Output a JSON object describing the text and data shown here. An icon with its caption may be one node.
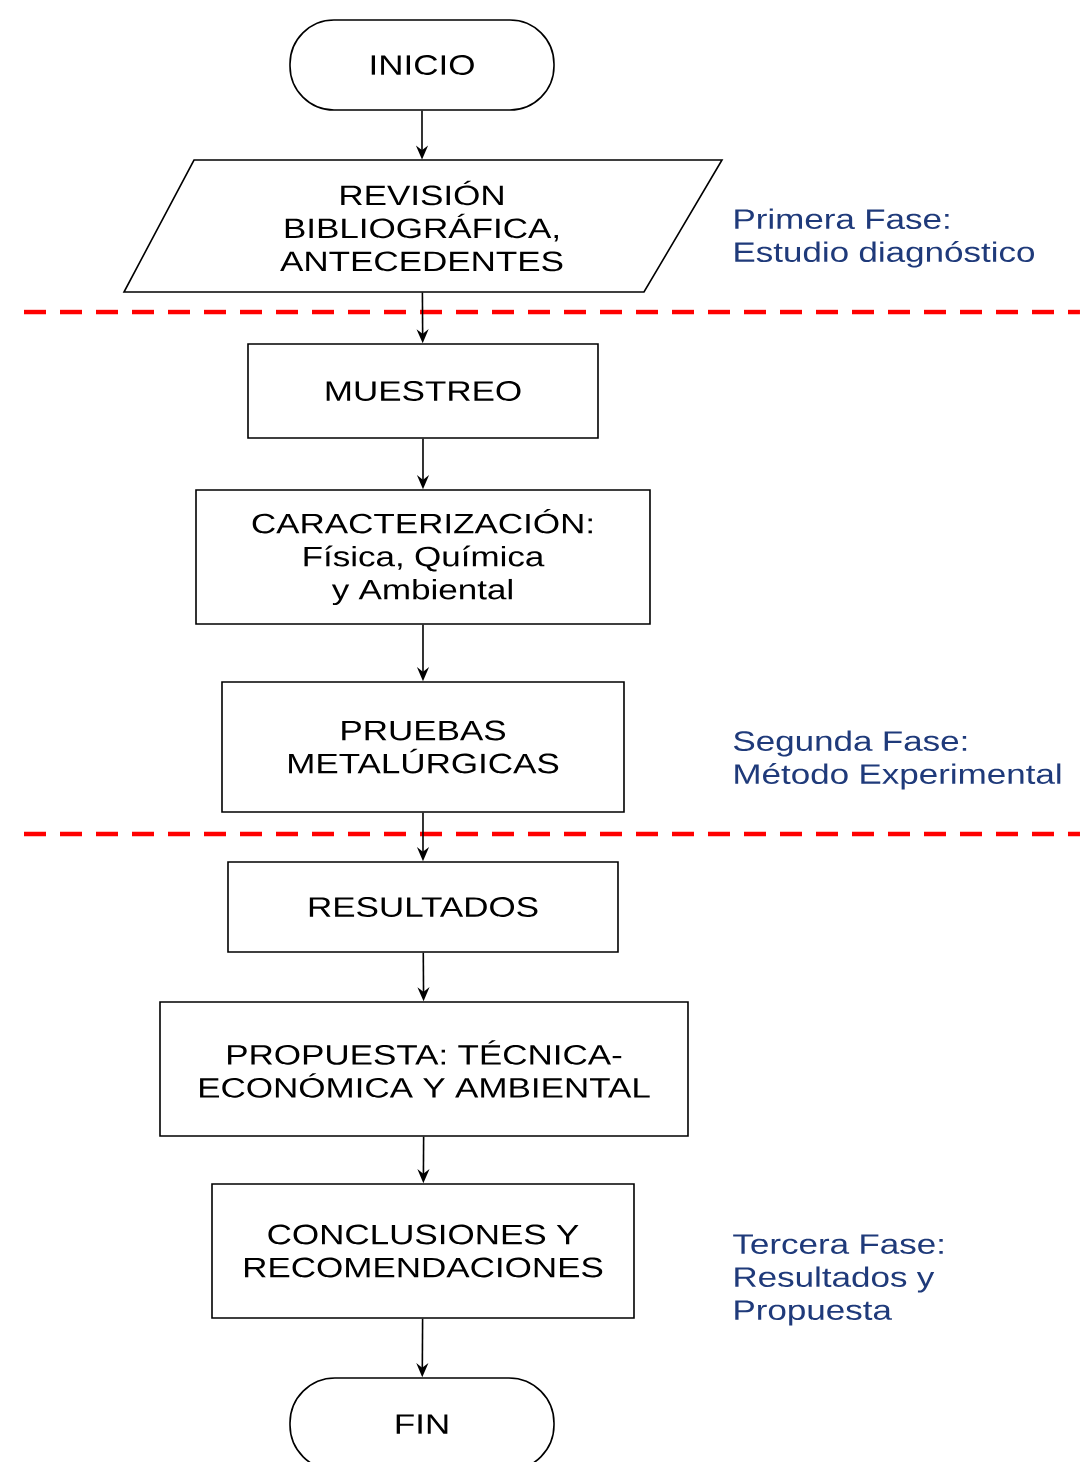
{
  "diagram": {
    "nodes": [
      {
        "text": [
          "INICIO"
        ]
      },
      {
        "text": [
          "REVISIÓN BIBLIOGRÁFICA, ANTECEDENTES"
        ]
      },
      {
        "text": [
          "MUESTREO"
        ]
      },
      {
        "text": [
          "CARACTERIZACIÓN: Física, Química y Ambiental"
        ]
      },
      {
        "text": [
          "PRUEBAS METALÚRGICAS"
        ]
      },
      {
        "text": [
          "RESULTADOS"
        ]
      },
      {
        "text": [
          "PROPUESTA: TÉCNICA-ECONÓMICA Y AMBIENTAL"
        ]
      },
      {
        "text": [
          "CONCLUSIONES Y RECOMENDACIONES"
        ]
      },
      {
        "text": [
          "FIN"
        ]
      }
    ],
    "edges": [
      {
        "from": 0,
        "to": 1,
        "arrow": "to"
      },
      {
        "from": 1,
        "to": 2,
        "arrow": "to"
      },
      {
        "from": 2,
        "to": 3,
        "arrow": "to"
      },
      {
        "from": 3,
        "to": 4,
        "arrow": "to"
      },
      {
        "from": 4,
        "to": 5,
        "arrow": "to"
      },
      {
        "from": 5,
        "to": 6,
        "arrow": "to"
      },
      {
        "from": 6,
        "to": 7,
        "arrow": "to"
      },
      {
        "from": 7,
        "to": 8,
        "arrow": "to"
      }
    ],
    "labels": [
      "Primera Fase: Estudio diagnóstico",
      "Segunda Fase: Método Experimental",
      "Tercera Fase: Resultados y Propuesta"
    ]
  }
}
